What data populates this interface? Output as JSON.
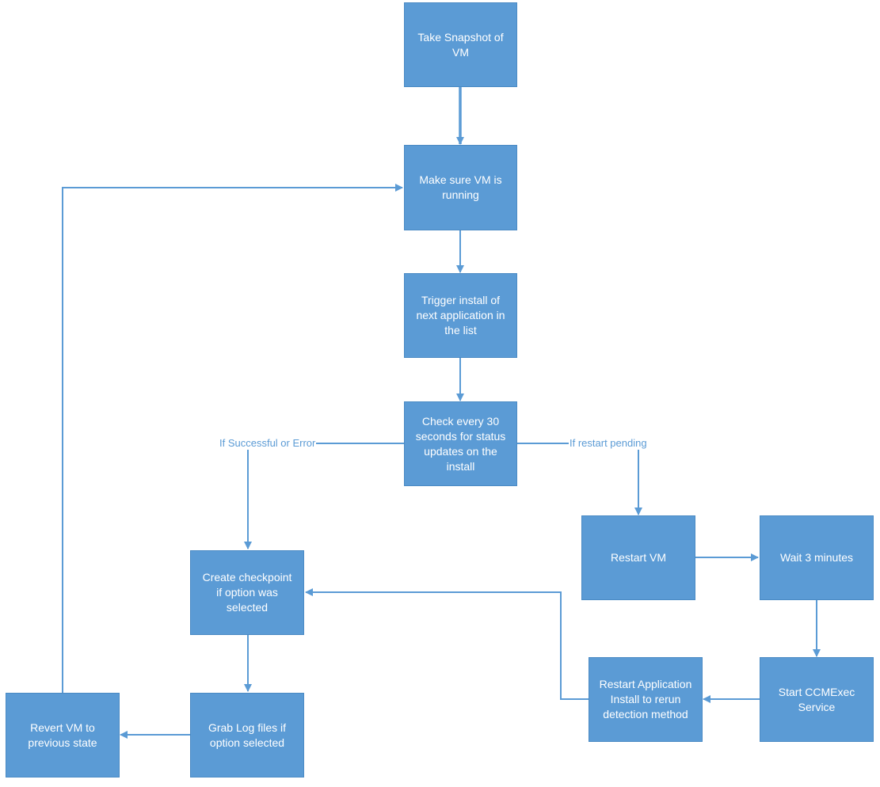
{
  "colors": {
    "node_fill": "#5b9bd5",
    "node_text": "#ffffff",
    "connector": "#5b9bd5",
    "label_text": "#5b9bd5"
  },
  "nodes": {
    "take_snapshot": "Take Snapshot of VM",
    "make_sure_running": "Make sure VM is running",
    "trigger_install": "Trigger install of next application in the list",
    "check_status": "Check every 30 seconds for status updates on the install",
    "restart_vm": "Restart VM",
    "wait_3_minutes": "Wait 3 minutes",
    "create_checkpoint": "Create checkpoint if option was selected",
    "start_ccmexec": "Start CCMExec Service",
    "restart_install": "Restart Application Install to rerun detection method",
    "grab_logs": "Grab Log files if option selected",
    "revert_vm": "Revert VM to previous state"
  },
  "edge_labels": {
    "success_or_error": "If Successful or Error",
    "restart_pending": "If restart pending"
  }
}
